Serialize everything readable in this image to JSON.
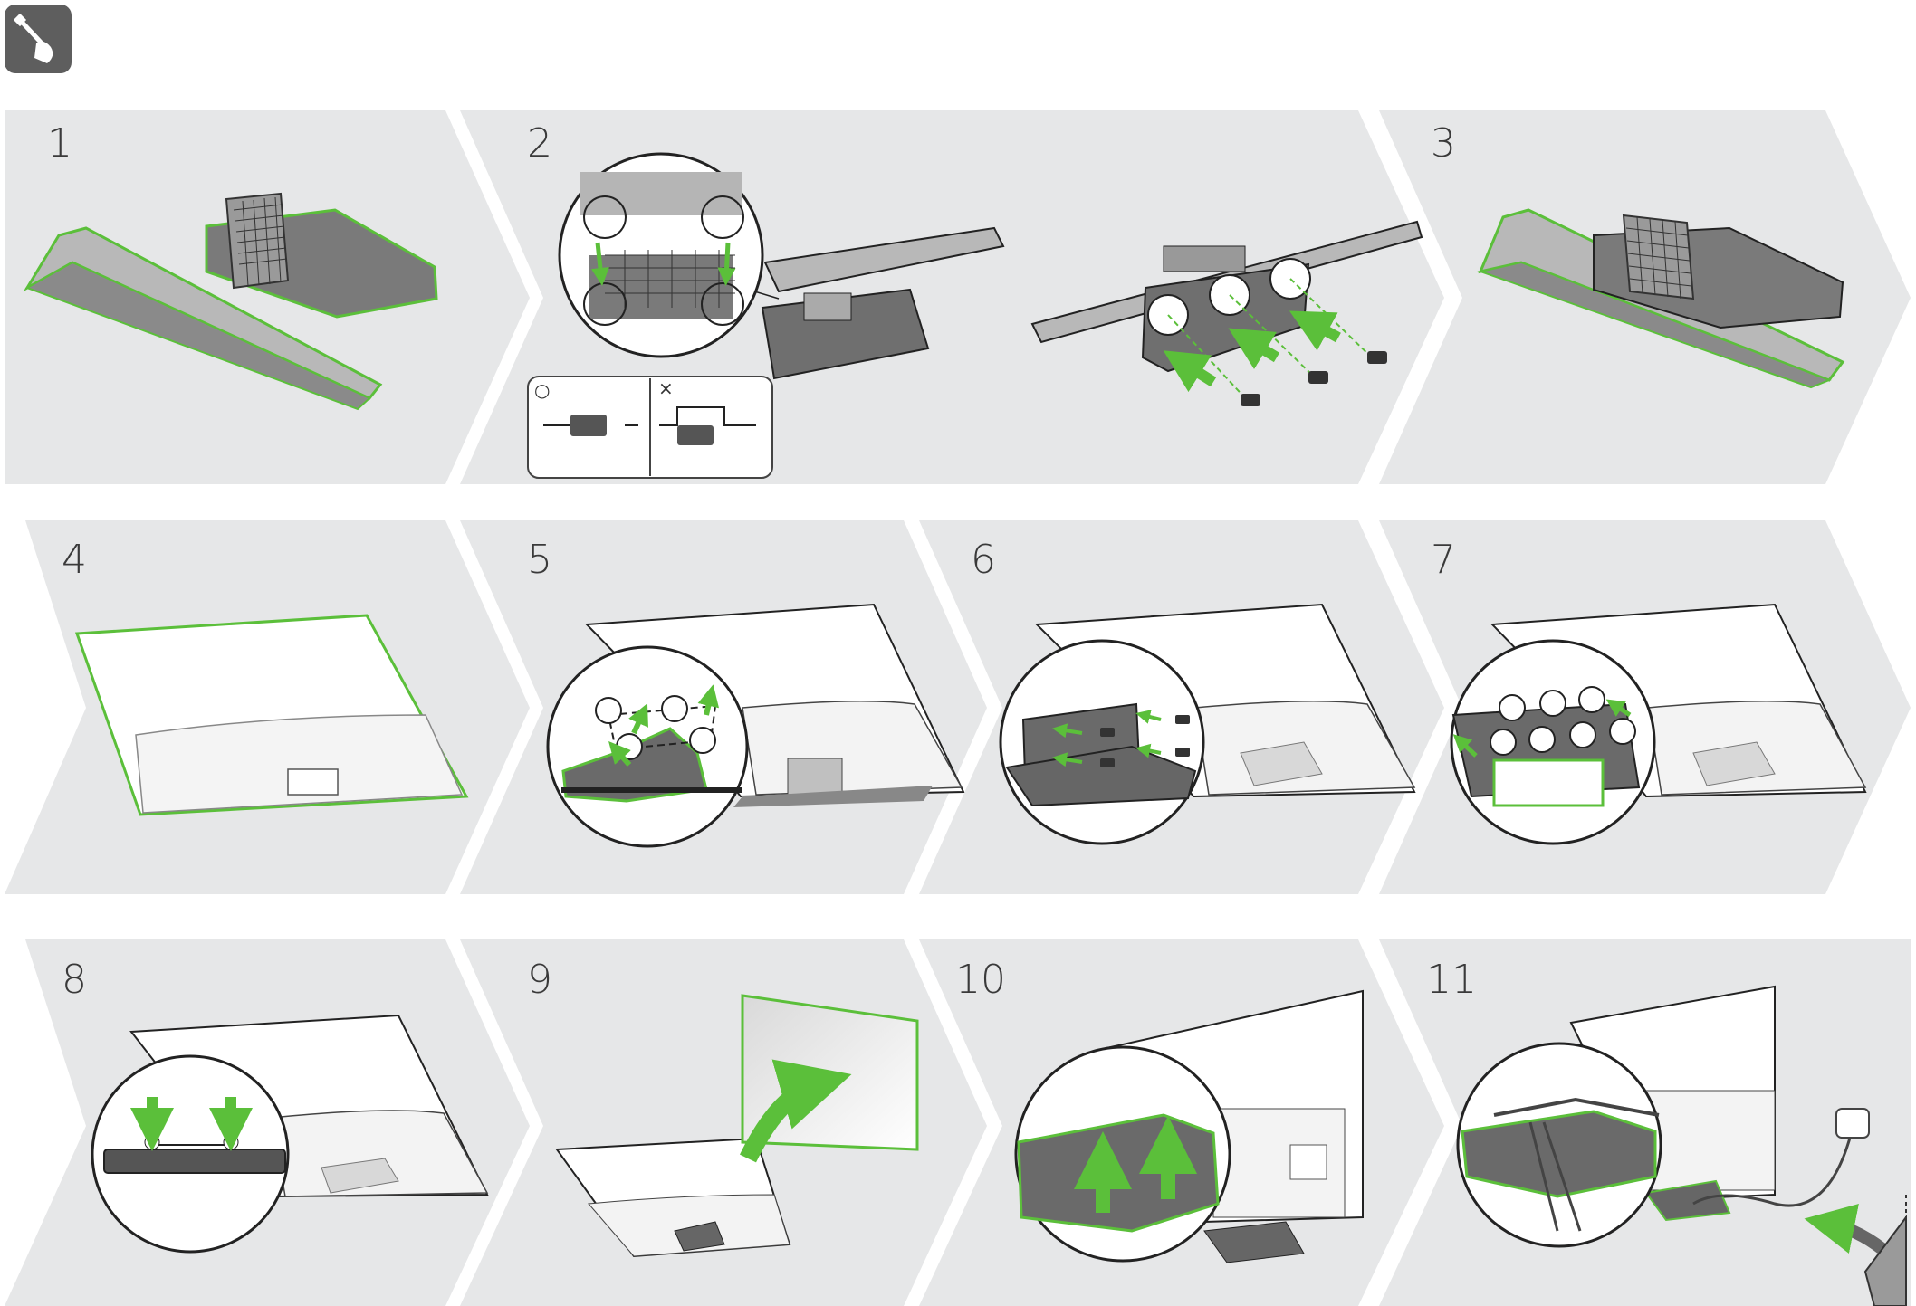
{
  "header": {
    "tool_icon": "screwdriver-hand-icon"
  },
  "steps": [
    {
      "number": "1"
    },
    {
      "number": "2"
    },
    {
      "number": "3"
    },
    {
      "number": "4"
    },
    {
      "number": "5"
    },
    {
      "number": "6"
    },
    {
      "number": "7"
    },
    {
      "number": "8"
    },
    {
      "number": "9"
    },
    {
      "number": "10"
    },
    {
      "number": "11"
    }
  ],
  "step2_legend": {
    "correct_symbol": "○",
    "wrong_symbol": "×"
  },
  "colors": {
    "panel": "#e6e7e8",
    "accent_green": "#5bbf3a",
    "part_grey": "#5a5a5a",
    "outline": "#222222"
  }
}
